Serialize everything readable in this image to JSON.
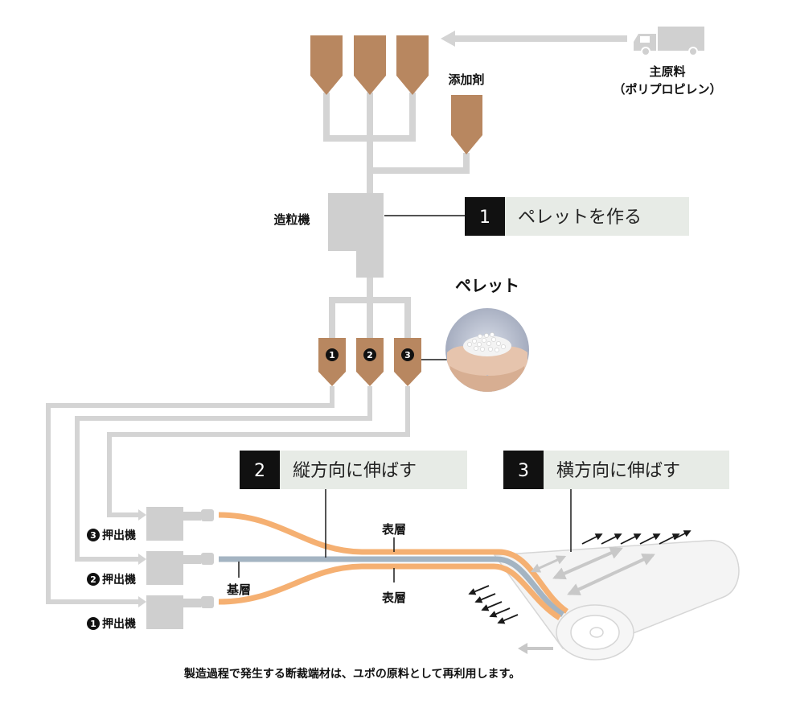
{
  "labels": {
    "raw_material_line1": "主原料",
    "raw_material_line2": "（ポリプロピレン）",
    "additive": "添加剤",
    "pelletizer": "造粒機",
    "pellet": "ペレット",
    "extruder_3": "押出機",
    "extruder_2": "押出機",
    "extruder_1": "押出機",
    "base_layer": "基層",
    "surface_layer_top": "表層",
    "surface_layer_bottom": "表層",
    "footer_note": "製造過程で発生する断裁端材は、ユポの原料として再利用します。"
  },
  "silo_numbers": [
    "1",
    "2",
    "3"
  ],
  "extruder_numbers": [
    "3",
    "2",
    "1"
  ],
  "steps": [
    {
      "number": "1",
      "text": "ペレットを作る"
    },
    {
      "number": "2",
      "text": "縦方向に伸ばす"
    },
    {
      "number": "3",
      "text": "横方向に伸ばす"
    }
  ],
  "icons": {
    "truck": "truck-icon",
    "pellets_photo": "pellets-in-hands-image"
  },
  "colors": {
    "hopper": "#b88760",
    "pipe": "#d4d4d4",
    "machine": "#cfcfcf",
    "surface_layer": "#f5b072",
    "base_layer": "#a4b4c2",
    "step_number_bg": "#111111",
    "step_label_bg": "#e7ebe6",
    "arrow": "#1a1a1a",
    "arrow_light": "#c8c8c8"
  }
}
